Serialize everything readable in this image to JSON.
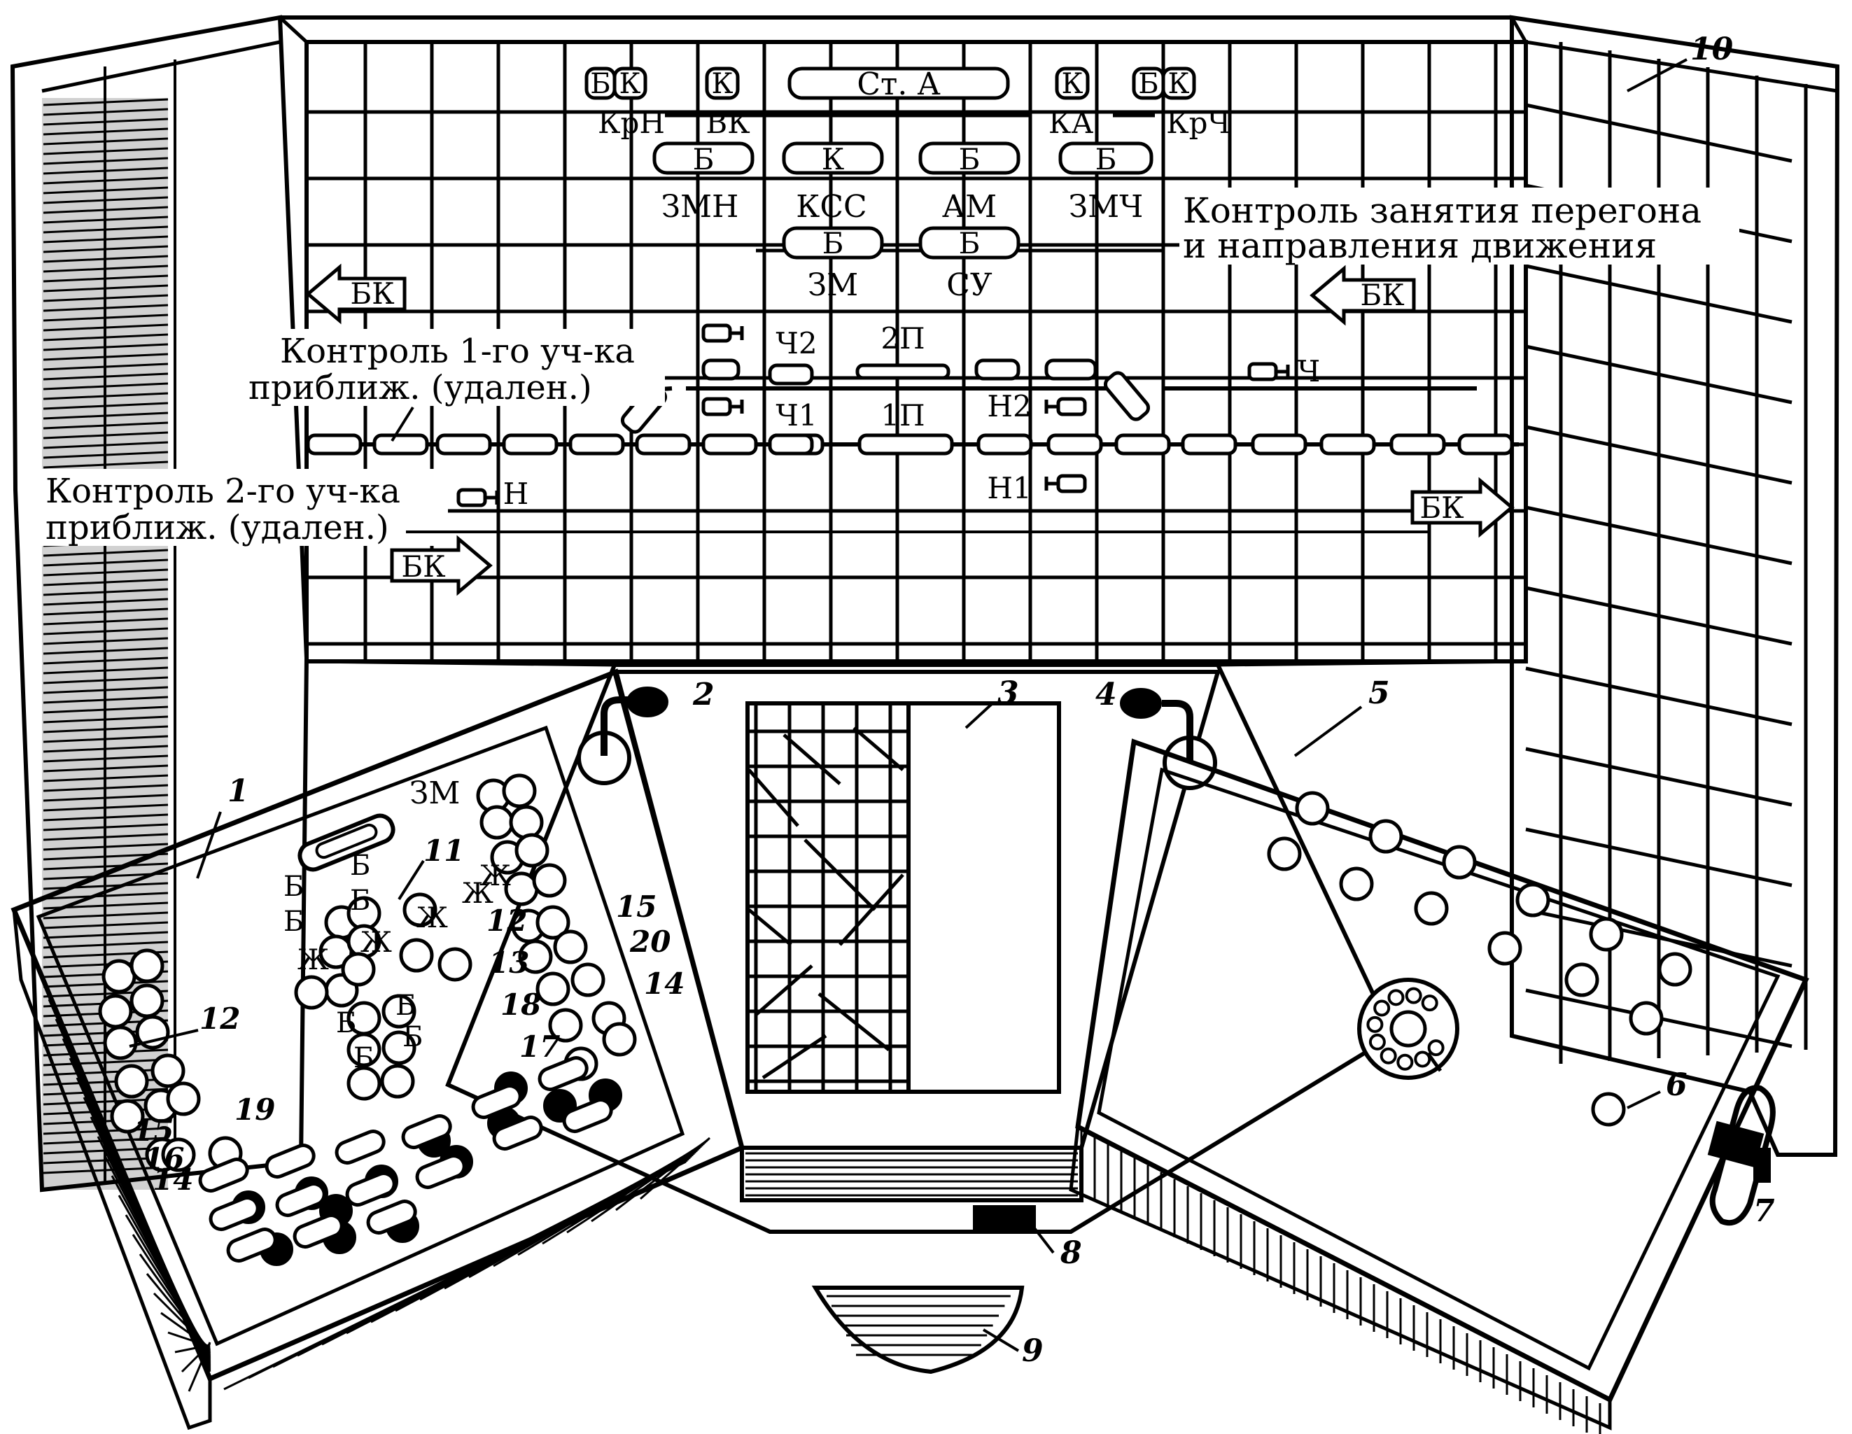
{
  "diagram": {
    "colors": {
      "ink": "#000000",
      "paper": "#ffffff"
    },
    "top_board": {
      "signals": {
        "krn": "КрН",
        "vk": "ВК",
        "st_a": "Ст. А",
        "ka": "КА",
        "krch": "КрЧ",
        "zmn": "ЗМН",
        "kss": "КСС",
        "am": "АМ",
        "zmch": "ЗМЧ",
        "zm": "ЗМ",
        "su": "СУ",
        "ch2": "Ч2",
        "p2": "2П",
        "ch1": "Ч1",
        "p1": "1П",
        "n2": "Н2",
        "n1": "Н1",
        "ch": "Ч",
        "n": "Н",
        "b": "Б",
        "k": "К",
        "bk": "БК"
      },
      "notes": {
        "haul_1": "Контроль занятия перегона",
        "haul_2": "и направления движения",
        "sec1_1": "Контроль 1-го уч-ка",
        "sec1_2": "приближ. (удален.)",
        "sec2_1": "Контроль 2-го уч-ка",
        "sec2_2": "приближ. (удален.)"
      }
    },
    "left_panel": {
      "labels": {
        "zm": "ЗМ",
        "b": "Б",
        "zh": "Ж"
      }
    },
    "callouts": [
      "1",
      "2",
      "3",
      "4",
      "5",
      "6",
      "7",
      "8",
      "9",
      "10",
      "11",
      "12",
      "13",
      "14",
      "15",
      "16",
      "17",
      "18",
      "19",
      "20"
    ]
  }
}
